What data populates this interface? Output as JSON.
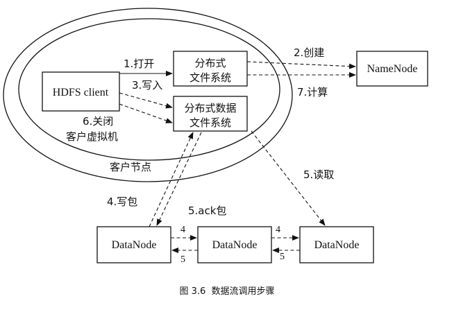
{
  "figure": {
    "caption": "图 3.6  数据流调用步骤"
  },
  "regions": {
    "client_node": "客户节点",
    "client_jvm": "客户虚拟机"
  },
  "components": {
    "hdfs_client": "HDFS client",
    "dfs_line1": "分布式",
    "dfs_line2": "文件系统",
    "fsdata_line1": "分布式数据",
    "fsdata_line2": "文件系统",
    "namenode": "NameNode",
    "datanode_1": "DataNode",
    "datanode_2": "DataNode",
    "datanode_3": "DataNode"
  },
  "steps": {
    "open": "1.打开",
    "create": "2.创建",
    "write": "3.写入",
    "write_packet": "4.写包",
    "ack_packet": "5.ack包",
    "read": "5.读取",
    "close": "6.关闭",
    "compute": "7.计算",
    "pipeline_forward_1": "4",
    "pipeline_ack_1": "5",
    "pipeline_forward_2": "4",
    "pipeline_ack_2": "5"
  },
  "colors": {
    "ink": "#111111",
    "background": "#ffffff"
  }
}
